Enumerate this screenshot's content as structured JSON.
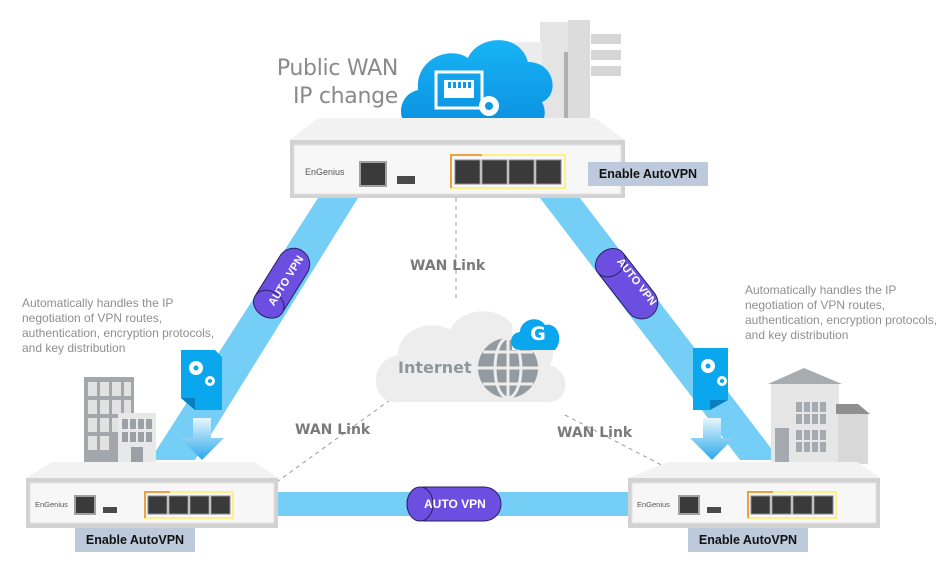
{
  "header": {
    "title_line1": "Public WAN",
    "title_line2": "IP change"
  },
  "devices": {
    "top": {
      "brand": "EnGenius",
      "badge": "Enable AutoVPN"
    },
    "left": {
      "brand": "EnGenius",
      "badge": "Enable AutoVPN"
    },
    "right": {
      "brand": "EnGenius",
      "badge": "Enable AutoVPN"
    }
  },
  "tunnels": {
    "left": "AUTO VPN",
    "right": "AUTO VPN",
    "bottom": "AUTO VPN"
  },
  "links": {
    "top": "WAN Link",
    "left": "WAN Link",
    "right": "WAN Link"
  },
  "internet": {
    "label": "Internet",
    "cloud_badge": "G"
  },
  "descriptions": {
    "left": [
      "Automatically handles the IP",
      "negotiation of VPN routes,",
      "authentication, encryption protocols,",
      "and key distribution"
    ],
    "right": [
      "Automatically handles the IP",
      "negotiation of VPN routes,",
      "authentication, encryption protocols,",
      "and key distribution"
    ]
  },
  "colors": {
    "tunnel_beam": "#74cef5",
    "vpn_capsule": "#6c4fe0",
    "cloud_blue": "#0aa6ee",
    "badge_bg": "#bccadb",
    "port_highlight_orange": "#f0a040",
    "port_highlight_yellow": "#fff08a"
  }
}
